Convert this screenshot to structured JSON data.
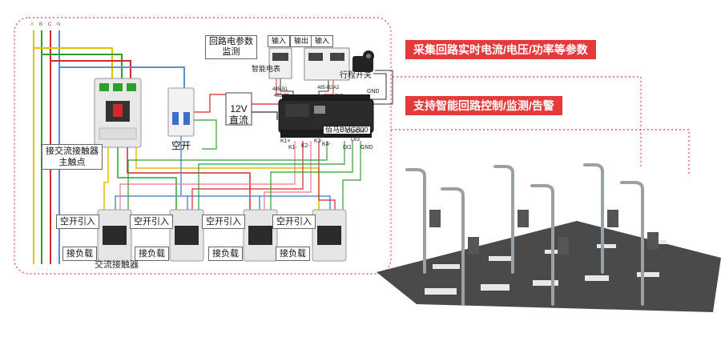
{
  "wiring": {
    "phase_labels": [
      "A",
      "B",
      "C",
      "N"
    ],
    "breaker_label": "接交流接触器\n主触点",
    "breaker_line1": "接交流接触器",
    "breaker_line2": "主触点",
    "air_switch_label": "空开",
    "power_label_line1": "12V",
    "power_label_line2": "直流",
    "loop_param_line1": "回路电参数",
    "loop_param_line2": "监测",
    "input_label_1": "输入",
    "output_label": "输出",
    "input_label_2": "输入",
    "meter_label": "智能电表",
    "travel_switch_label": "行程开关",
    "ctrl_name": "佰马BMG800",
    "port_labels": [
      "K1+",
      "K2+",
      "K3+",
      "K4+",
      "K1-",
      "K2-",
      "K3-",
      "K4-"
    ],
    "di_labels": [
      "DI2",
      "DI4",
      "DI1",
      "DI3",
      "GND",
      "DI5",
      "GND"
    ],
    "rs485_labels": [
      "485-B1",
      "485-A1",
      "485-B2",
      "A2"
    ],
    "contactor_in_labels": [
      "空开引入",
      "空开引入",
      "空开引入",
      "空开引入"
    ],
    "contactor_out_labels": [
      "接负载",
      "接负载",
      "接负载",
      "接负载"
    ],
    "contactor_group_label": "交流接触器"
  },
  "features": {
    "banner_1": "采集回路实时电流/电压/功率等参数",
    "banner_2": "支持智能回路控制/监测/告警"
  },
  "colors": {
    "accent_red": "#e63a3a",
    "dotted_red": "#e64545",
    "wire_yellow": "#e0c000",
    "wire_green": "#2ca02c",
    "wire_red": "#d62828",
    "wire_blue": "#5a8fd6",
    "wire_pink": "#f07a8a"
  }
}
